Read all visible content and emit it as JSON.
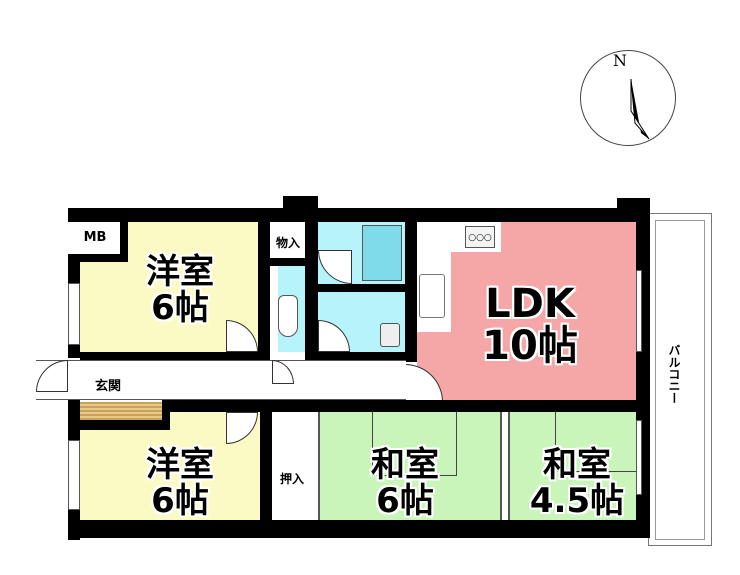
{
  "compass": {
    "label": "N"
  },
  "rooms": {
    "mb": "MB",
    "western1": {
      "name": "洋室",
      "size": "6帖"
    },
    "storage": "物入",
    "ldk": {
      "name": "LDK",
      "size": "10帖"
    },
    "entrance": "玄関",
    "western2": {
      "name": "洋室",
      "size": "6帖"
    },
    "closet": "押入",
    "japanese1": {
      "name": "和室",
      "size": "6帖"
    },
    "japanese2": {
      "name": "和室",
      "size": "4.5帖"
    },
    "balcony": "バルコニー"
  },
  "colors": {
    "western": "#fbfac4",
    "ldk": "#f5a6a6",
    "japanese": "#c9f5bb",
    "wet": "#b7f3fb"
  }
}
